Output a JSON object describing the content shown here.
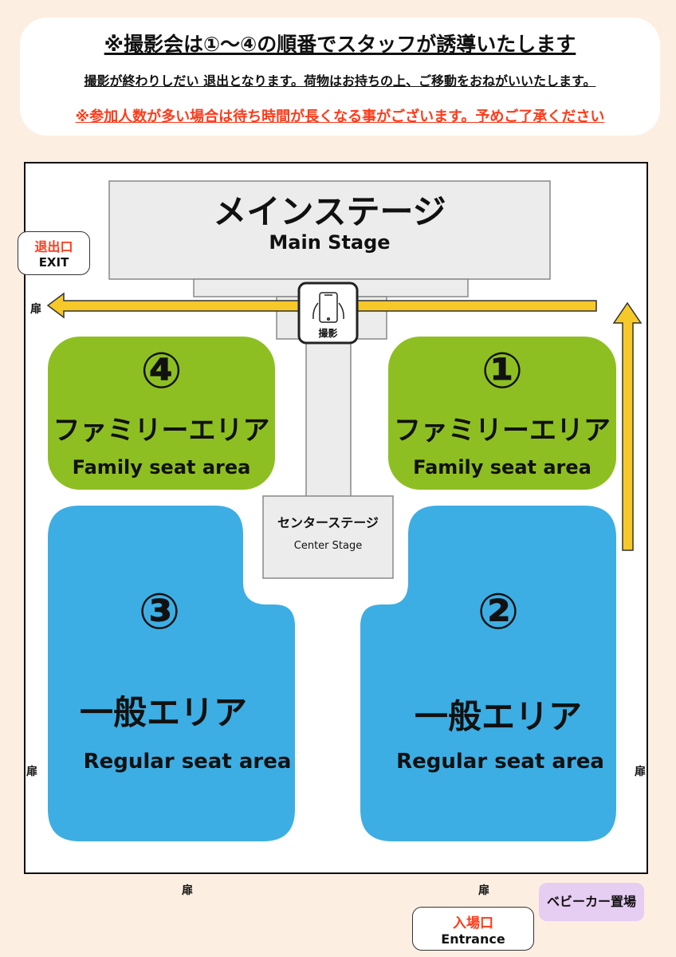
{
  "header": {
    "title": "※撮影会は①～④の順番でスタッフが誘導いたします",
    "subtitle": "撮影が終わりしだい 退出となります。荷物はお持ちの上、ご移動をおねがいいたします。",
    "notice": "※参加人数が多い場合は待ち時間が長くなる事がございます。予めご了承ください"
  },
  "map": {
    "main_stage": {
      "jp": "メインステージ",
      "en": "Main Stage"
    },
    "center_stage": {
      "jp": "センターステージ",
      "en": "Center Stage"
    },
    "photo_spot": {
      "label": "撮影",
      "icon": "smartphone-in-hands-icon"
    },
    "areas": [
      {
        "number": "④",
        "jp": "ファミリーエリア",
        "en": "Family seat area",
        "color": "#8ebf22"
      },
      {
        "number": "①",
        "jp": "ファミリーエリア",
        "en": "Family seat area",
        "color": "#8ebf22"
      },
      {
        "number": "③",
        "jp": "一般エリア",
        "en": "Regular seat area",
        "color": "#3daee3"
      },
      {
        "number": "②",
        "jp": "一般エリア",
        "en": "Regular seat area",
        "color": "#3daee3"
      }
    ],
    "exit": {
      "jp": "退出口",
      "en": "EXIT"
    },
    "entrance": {
      "jp": "入場口",
      "en": "Entrance"
    },
    "door": "扉",
    "stroller": "ベビーカー置場",
    "arrow_color": "#f7c928"
  }
}
